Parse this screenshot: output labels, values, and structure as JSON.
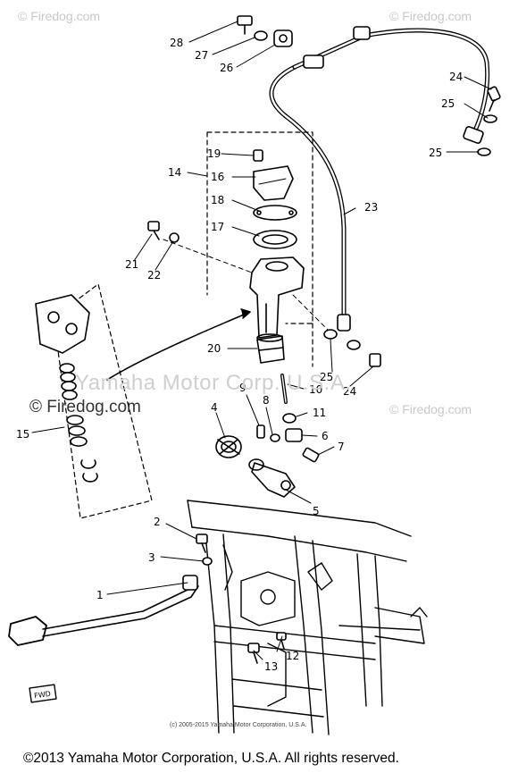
{
  "watermarks": {
    "top_left": "© Firedog.com",
    "top_right": "© Firedog.com",
    "center": "Yamaha Motor Corp. U.S.A.",
    "mid_left": "© Firedog.com",
    "mid_right": "© Firedog.com"
  },
  "copyright_small": "(c) 2005-2015 Yamaha Motor Corporation, U.S.A.",
  "copyright_main": "©2013 Yamaha Motor Corporation, U.S.A. All rights reserved.",
  "fwd_label": "FWD",
  "callouts": {
    "p1": "1",
    "p2": "2",
    "p3": "3",
    "p4": "4",
    "p5": "5",
    "p6": "6",
    "p7": "7",
    "p8": "8",
    "p9": "9",
    "p10": "10",
    "p11": "11",
    "p12": "12",
    "p13": "13",
    "p14": "14",
    "p15": "15",
    "p16": "16",
    "p17": "17",
    "p18": "18",
    "p19": "19",
    "p20": "20",
    "p21": "21",
    "p22": "22",
    "p23": "23",
    "p24a": "24",
    "p24b": "24",
    "p25a": "25",
    "p25b": "25",
    "p25c": "25",
    "p26": "26",
    "p27": "27",
    "p28": "28"
  }
}
